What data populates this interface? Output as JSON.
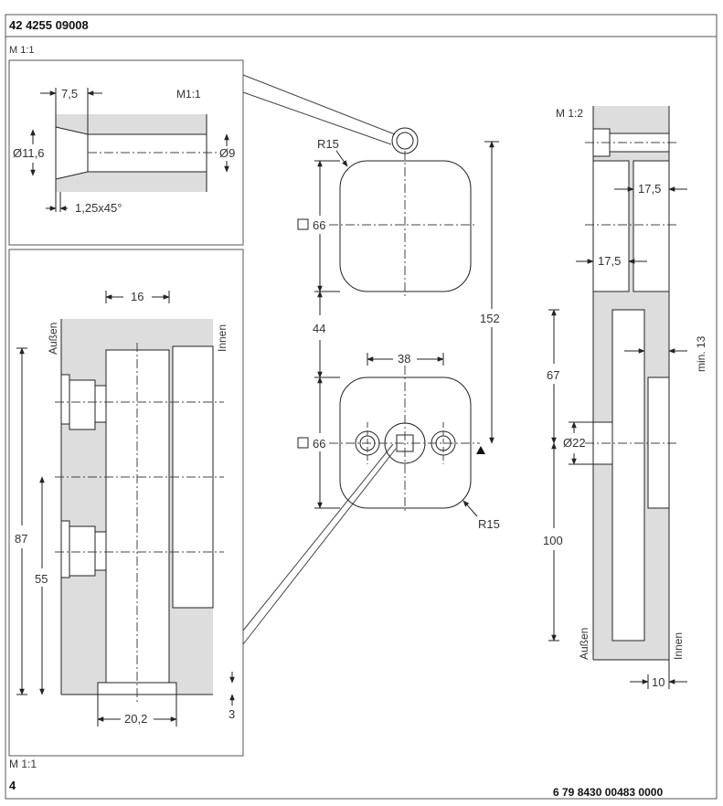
{
  "header": {
    "doc_number": "42 4255 09008"
  },
  "footer": {
    "page_number": "4",
    "doc_code": "6 79 8430 00483 0000",
    "scale_label": "M 1:1"
  },
  "detail_top": {
    "scale_label": "M 1:1",
    "scale_label_inner": "M1:1",
    "dim_width": "7,5",
    "dim_outer_dia": "Ø11,6",
    "dim_inner_dia": "Ø9",
    "dim_chamfer": "1,25x45°"
  },
  "detail_bottom": {
    "dim_16": "16",
    "label_outside": "Außen",
    "label_inside": "Innen",
    "dim_87": "87",
    "dim_55": "55",
    "dim_20_2": "20,2",
    "dim_3": "3"
  },
  "main_view": {
    "radius_top": "R15",
    "square_top": "66",
    "gap": "44",
    "total": "152",
    "hole_spacing": "38",
    "square_bottom": "66",
    "radius_bottom": "R15"
  },
  "side_view": {
    "scale_label": "M 1:2",
    "dim_17_5_a": "17,5",
    "dim_17_5_b": "17,5",
    "dim_min13": "min. 13",
    "dim_67": "67",
    "dim_dia22": "Ø22",
    "dim_100": "100",
    "label_outside": "Außen",
    "label_inside": "Innen",
    "dim_10": "10"
  }
}
